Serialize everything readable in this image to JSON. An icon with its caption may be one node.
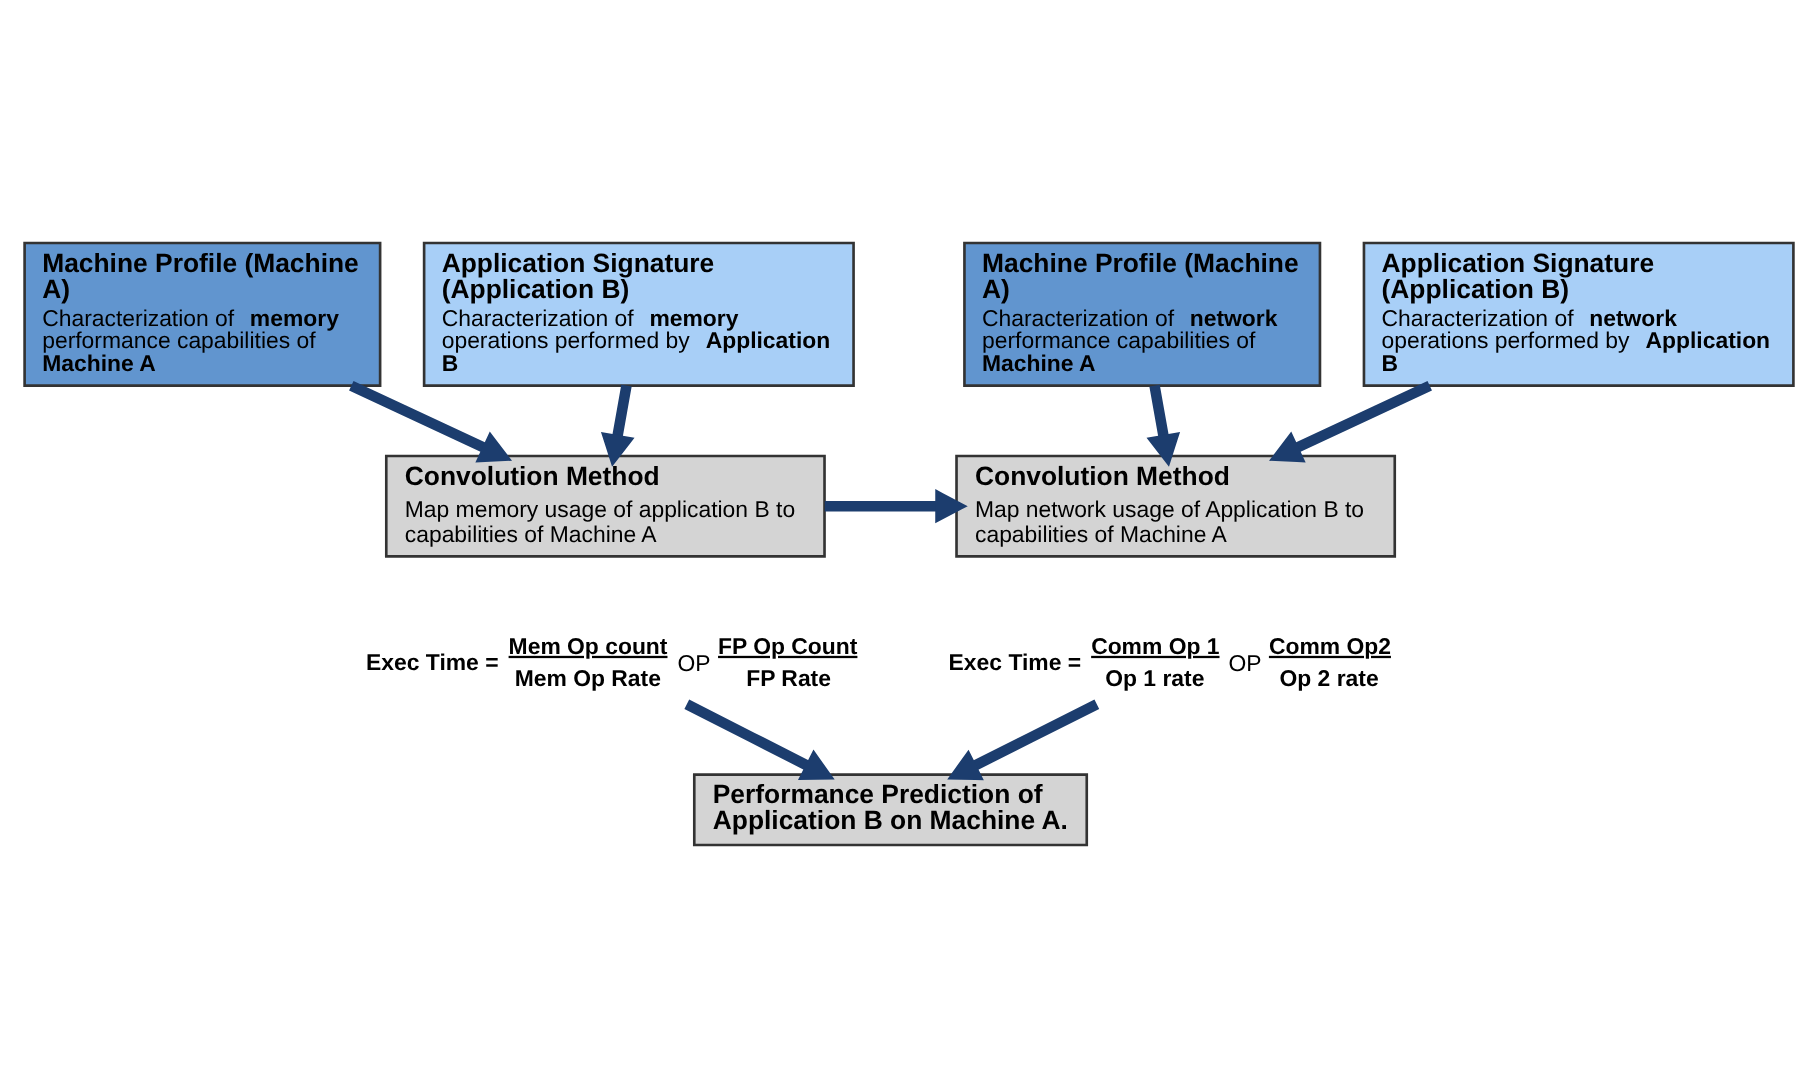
{
  "diagram": {
    "nodes": [
      {
        "text": [
          "Machine Profile (Machine A)",
          "Characterization of **memory** performance capabilities of **Machine A**"
        ]
      },
      {
        "text": [
          "Application Signature (Application B)",
          "Characterization of **memory** operations performed by **Application B**"
        ]
      },
      {
        "text": [
          "Convolution Method",
          "Map memory usage of application B to capabilities of Machine A"
        ]
      },
      {
        "text": [
          "Machine Profile (Machine A)",
          "Characterization of **network** performance capabilities of **Machine A**"
        ]
      },
      {
        "text": [
          "Application Signature (Application B)",
          "Characterization of **network** operations performed by **Application B**"
        ]
      },
      {
        "text": [
          "Convolution Method",
          "Map network usage of Application B to capabilities of Machine A"
        ]
      },
      {
        "text": [
          "Exec Time =",
          "Mem Op count",
          "Mem Op Rate",
          "OP",
          "FP Op Count",
          "FP Rate"
        ]
      },
      {
        "text": [
          "Exec Time =",
          "Comm Op 1",
          "Op 1 rate",
          "OP",
          "Comm Op2",
          "Op 2 rate"
        ]
      },
      {
        "text": [
          "Performance Prediction of Application B on Machine A."
        ]
      }
    ],
    "edges": [
      {
        "from": 0,
        "to": 2,
        "arrow": "to"
      },
      {
        "from": 1,
        "to": 2,
        "arrow": "to"
      },
      {
        "from": 3,
        "to": 5,
        "arrow": "to"
      },
      {
        "from": 4,
        "to": 5,
        "arrow": "to"
      },
      {
        "from": 2,
        "to": 5,
        "arrow": "to"
      },
      {
        "from": 6,
        "to": 8,
        "arrow": "to"
      },
      {
        "from": 7,
        "to": 8,
        "arrow": "to"
      }
    ]
  }
}
